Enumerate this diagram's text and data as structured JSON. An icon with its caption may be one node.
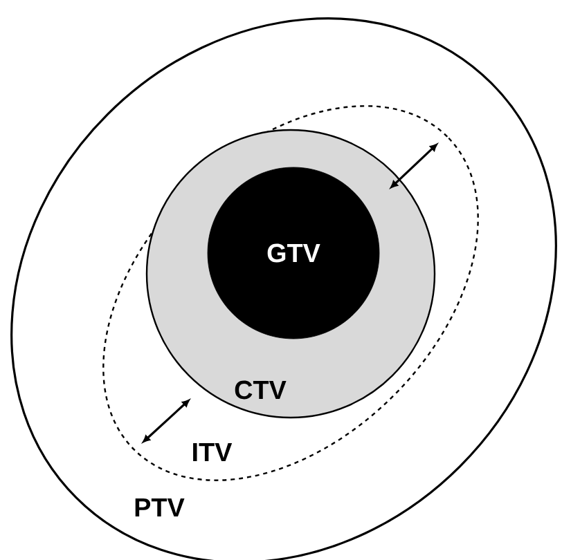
{
  "diagram": {
    "nodes": [
      {
        "text": [
          "PTV"
        ]
      },
      {
        "text": [
          "ITV"
        ],
        "in": 0
      },
      {
        "text": [
          "CTV"
        ],
        "in": 1
      },
      {
        "text": [
          "GTV"
        ],
        "in": 2
      }
    ]
  }
}
